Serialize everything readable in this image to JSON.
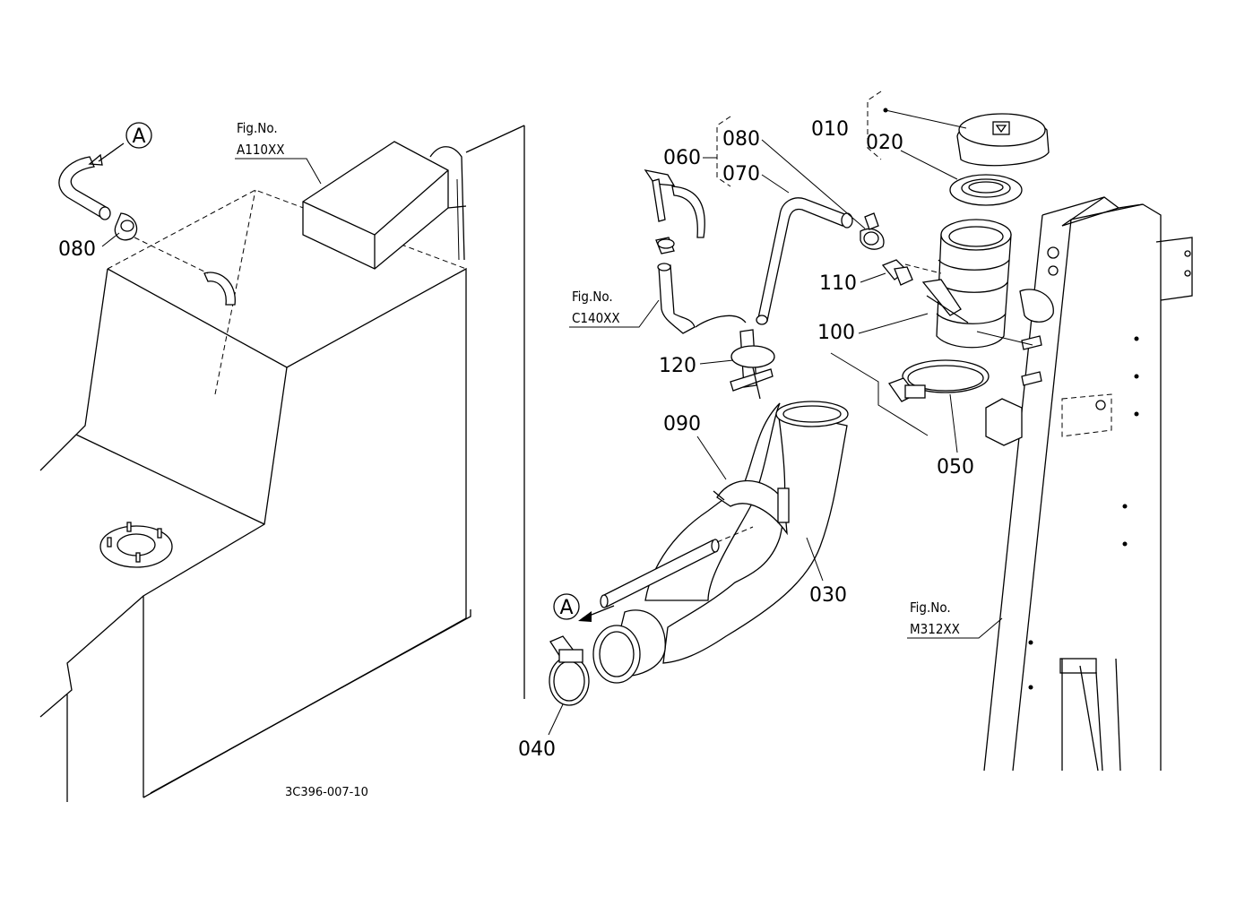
{
  "diagram": {
    "labels": {
      "p010": "010",
      "p020": "020",
      "p030": "030",
      "p040": "040",
      "p050": "050",
      "p060": "060",
      "p070": "070",
      "p080_right": "080",
      "p080_left": "080",
      "p090": "090",
      "p100": "100",
      "p110": "110",
      "p120": "120"
    },
    "callout_marker": "A",
    "figure_refs": [
      {
        "prefix": "Fig.No.",
        "number": "A110XX"
      },
      {
        "prefix": "Fig.No.",
        "number": "C140XX"
      },
      {
        "prefix": "Fig.No.",
        "number": "M312XX"
      }
    ],
    "drawing_code": "3C396-007-10"
  }
}
